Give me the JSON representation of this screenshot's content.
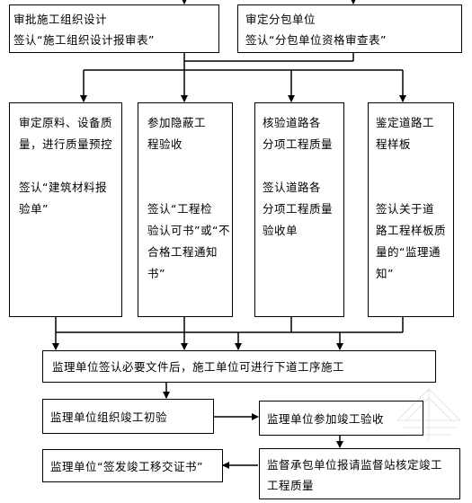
{
  "top": {
    "left_box": {
      "line1": "审批施工组织设计",
      "line2": "签认“施工组织设计报审表”"
    },
    "right_box": {
      "line1": "审定分包单位",
      "line2": "签认“分包单位资格审查表”"
    }
  },
  "columns": [
    {
      "lines": [
        "审定原料、设备质",
        "量，进行质量预控",
        "",
        "签认“建筑材料报",
        "验单”"
      ]
    },
    {
      "lines": [
        "参加隐蔽工",
        "程验收",
        "",
        "",
        "签认“工程检",
        "验认可书”或“不",
        "合格工程通知",
        "书”"
      ]
    },
    {
      "lines": [
        "核验道路各",
        "分项工程质量",
        "",
        "签认道路各",
        "分项工程质量",
        "验收单"
      ]
    },
    {
      "lines": [
        "鉴定道路工",
        "程样板",
        "",
        "",
        "签认关于道",
        "路工程样板质",
        "量的“监理通",
        "知”"
      ]
    }
  ],
  "wide_box": "监理单位签认必要文件后，施工单位可进行下道工序施工",
  "bottom": {
    "initial_check": "监理单位组织竣工初验",
    "join_acceptance": "监理单位参加竣工验收",
    "certificate": "监理单位“签发竣工移交证书”",
    "supervise_line1": "监督承包单位报请监督站核定竣工",
    "supervise_line2": "工程质量"
  }
}
